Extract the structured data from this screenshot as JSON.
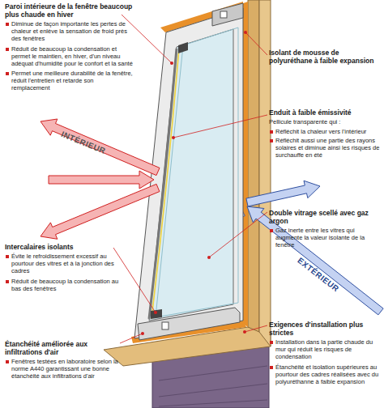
{
  "diagram": {
    "labels": [
      "Paroi intérieure de la fenêtre beaucoup plus chaude en hiver",
      "Diminue de façon importante les pertes de chaleur et enlève la sensation de froid près des fenêtres",
      "Réduit de beaucoup la condensation et permet le maintien, en hiver, d'un niveau adéquat d'humidité pour le confort et la santé",
      "Permet une meilleure durabilité de la fenêtre, réduit l'entretien et retarde son remplacement",
      "Isolant de mousse de polyuréthane à faible expansion",
      "Enduit à faible émissivité",
      "Pellicule transparente qui :",
      "Réfléchit la chaleur vers l'intérieur",
      "Réfléchit aussi une partie des rayons solaires et diminue ainsi les risques de surchauffe en été",
      "INTÉRIEUR",
      "Double vitrage scellé avec gaz argon",
      "Gaz inerte entre les vitres qui augmente la valeur isolante de la fenêtre",
      "Intercalaires isolants",
      "Évite le refroidissement excessif au pourtour des vitres et à la jonction des cadres",
      "Réduit de beaucoup la condensation au bas des fenêtres",
      "EXTÉRIEUR",
      "Exigences d'installation plus strictes",
      "Installation dans la partie chaude du mur qui réduit les risques de condensation",
      "Étanchéité et isolation supérieures au pourtour des cadres réalisées avec du polyuréthanne à faible expansion",
      "Étanchéité améliorée aux infiltrations d'air",
      "Fenêtres testées en laboratoire selon la norme A440 garantissant une bonne étanchéité aux infiltrations d'air"
    ]
  }
}
